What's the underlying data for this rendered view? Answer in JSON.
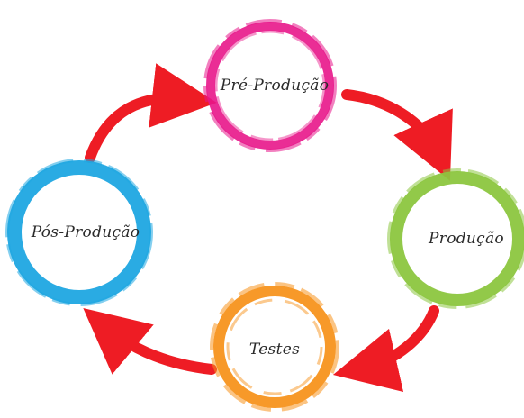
{
  "diagram": {
    "stages": [
      {
        "id": "pre-producao",
        "label": "Pré-Produção",
        "color": "#e8168a"
      },
      {
        "id": "producao",
        "label": "Produção",
        "color": "#8cc63f"
      },
      {
        "id": "testes",
        "label": "Testes",
        "color": "#f7941d"
      },
      {
        "id": "pos-producao",
        "label": "Pós-Produção",
        "color": "#1fa7e1"
      }
    ],
    "arrow_color": "#ee1c24",
    "flow": [
      "pré-produção → produção",
      "produção → testes",
      "testes → pós-produção",
      "pós-produção → pré-produção"
    ]
  }
}
